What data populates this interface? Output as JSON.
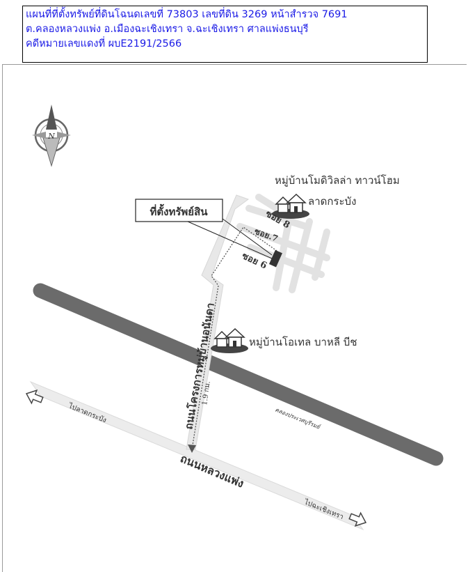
{
  "header": {
    "line1": "แผนที่ที่ตั้งทรัพย์ที่ดินโฉนดเลขที่ 73803 เลขที่ดิน 3269 หน้าสำรวจ 7691",
    "line2": "ต.คลองหลวงแพ่ง อ.เมืองฉะเชิงเทรา จ.ฉะเชิงเทรา ศาลแพ่งธนบุรี",
    "line3": "คดีหมายเลขแดงที่ ผบE2191/2566",
    "text_color": "#1a1ae6"
  },
  "map": {
    "north_label": "N",
    "property_label": "ที่ตั้งทรัพย์สิน",
    "village_1_line1": "หมู่บ้านโมดิวิลล่า ทาวน์โฮม",
    "village_1_line2": "ลาดกระบัง",
    "village_2": "หมู่บ้านโอเทล บาหลี บีช",
    "soi_8": "ซอย 8",
    "soi_7": "ซอย.7",
    "soi_6": "ซอย 6",
    "project_road": "ถนนโครงการหมู่บ้านอนันดา",
    "distance": "1.9 กม.",
    "canal": "คลองประเวศบุรีรมย์",
    "to_ladkrabang": "ไปลาดกระบัง",
    "main_road": "ถนนหลวงแพ่ง",
    "to_chachoengsao": "ไปฉะเชิงเทรา",
    "icons": [
      "north-compass-icon",
      "house-icon",
      "property-marker-icon",
      "arrow-left-icon",
      "arrow-right-icon"
    ],
    "colors": {
      "canal": "#6b6b6b",
      "road": "#ececec",
      "soi": "#e2e2e2",
      "text": "#333333"
    }
  }
}
